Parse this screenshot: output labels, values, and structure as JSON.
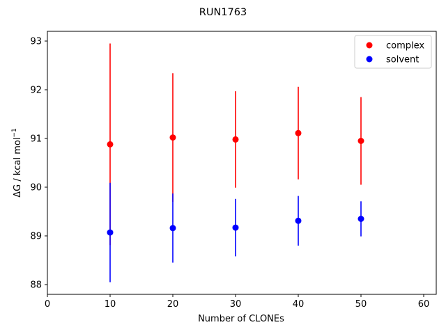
{
  "chart_data": {
    "type": "scatter",
    "title": "RUN1763",
    "xlabel": "Number of CLONEs",
    "ylabel_main": "ΔG / kcal mol",
    "ylabel_sup": "−1",
    "xlim": [
      0,
      62
    ],
    "ylim": [
      87.8,
      93.2
    ],
    "xticks": [
      0,
      10,
      20,
      30,
      40,
      50,
      60
    ],
    "yticks": [
      88,
      89,
      90,
      91,
      92,
      93
    ],
    "grid": false,
    "legend_position": "top-right",
    "series": [
      {
        "name": "complex",
        "color": "#ff0000",
        "x": [
          10,
          20,
          30,
          40,
          50
        ],
        "y": [
          90.88,
          91.02,
          90.98,
          91.11,
          90.95
        ],
        "yerr": [
          2.07,
          1.32,
          0.99,
          0.95,
          0.9
        ]
      },
      {
        "name": "solvent",
        "color": "#0000ff",
        "x": [
          10,
          20,
          30,
          40,
          50
        ],
        "y": [
          89.07,
          89.16,
          89.17,
          89.31,
          89.35
        ],
        "yerr": [
          1.02,
          0.71,
          0.59,
          0.51,
          0.36
        ]
      }
    ]
  }
}
